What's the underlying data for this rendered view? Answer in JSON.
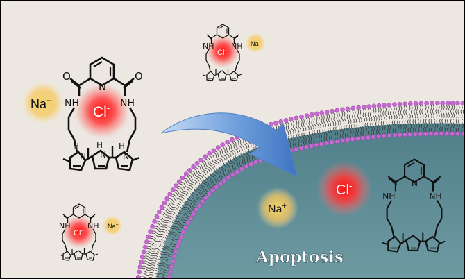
{
  "colors": {
    "background": "#ece8e1",
    "cell_fill": "#5b8a93",
    "lipid_head": "#c56bd0",
    "lipid_tail": "#3a3a3a",
    "arrow_fill": "#6a9ad8",
    "chloride_glow": "#ff1f1f",
    "sodium_glow": "#f3c34a",
    "frame": "#000000"
  },
  "ions": {
    "chloride": "Cl",
    "chloride_charge": "-",
    "sodium": "Na",
    "sodium_charge": "+"
  },
  "molecule": {
    "amide_oxygen": "O",
    "pyridine_n": "N",
    "amide_nh": "NH",
    "pyrrole_nh": "H",
    "pyrrole_n": "N"
  },
  "labels": {
    "cell_process": "Apoptosis"
  },
  "icons": {
    "transport_arrow": "curved-arrow-icon",
    "transporter": "macrocycle-icon"
  }
}
